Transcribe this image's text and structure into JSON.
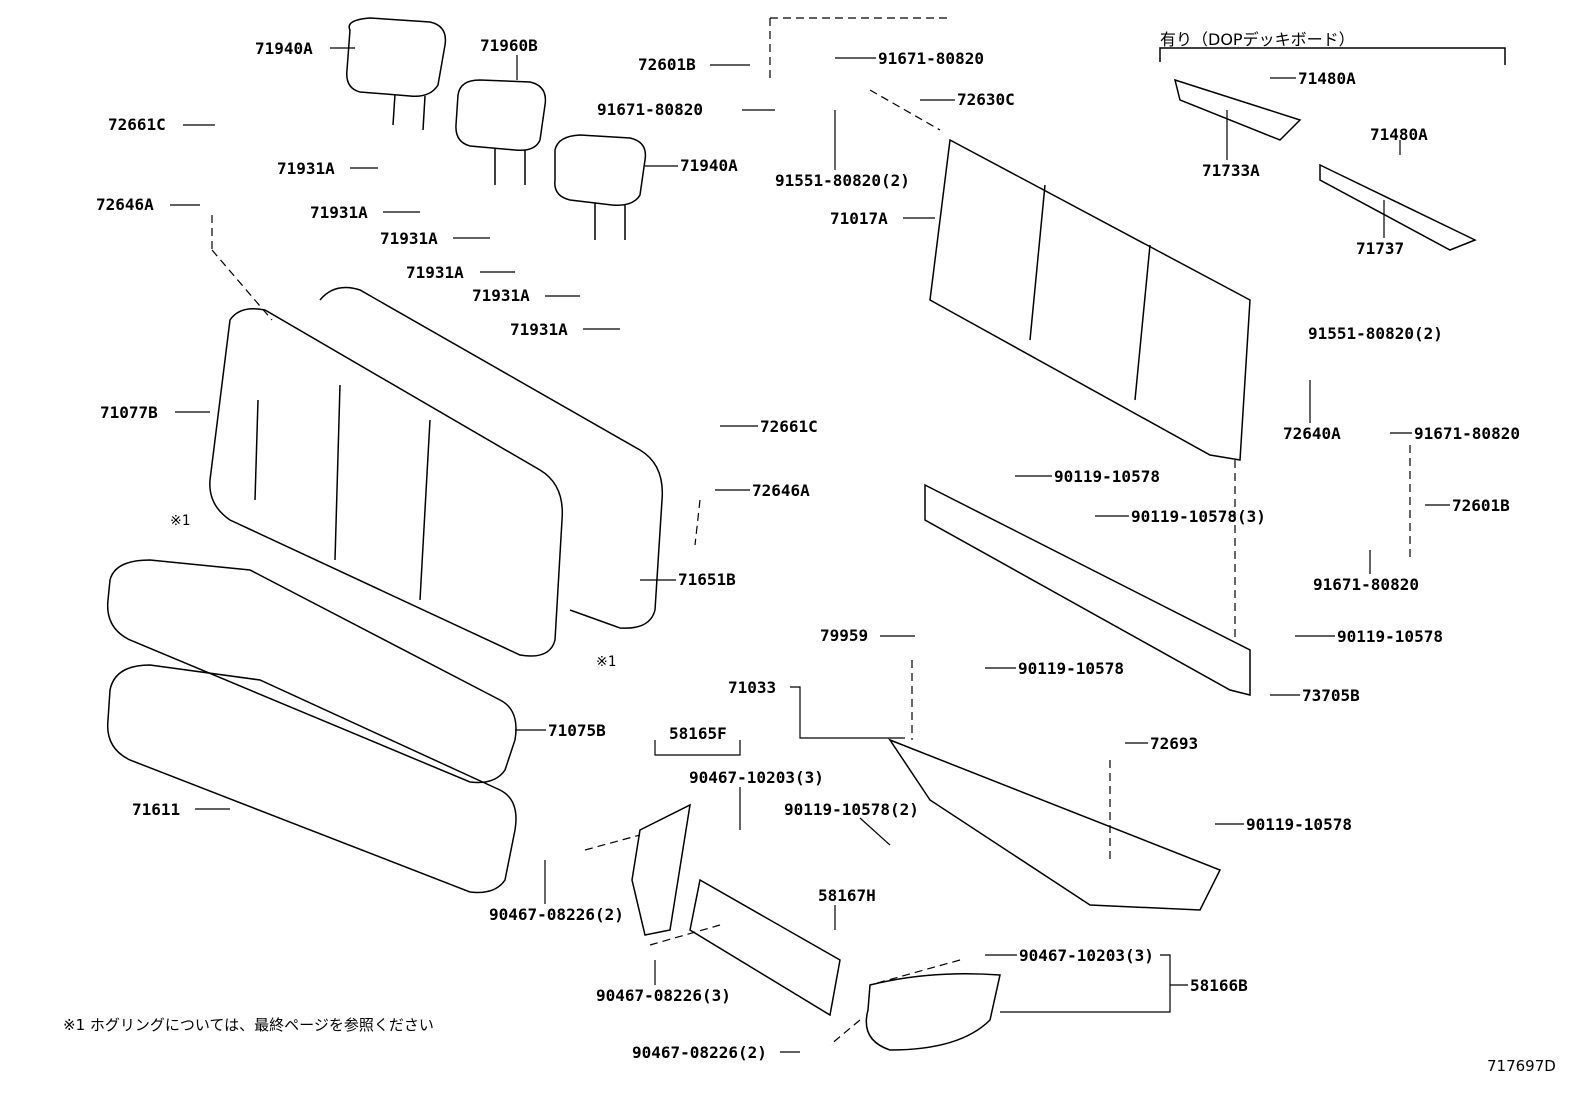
{
  "diagram": {
    "figure_id": "717697D",
    "note": "※1  ホグリングについては、最終ページを参照ください",
    "option_header": "有り（DOPデッキボード）",
    "labels": [
      "71940A",
      "71960B",
      "72601B",
      "91671-80820",
      "72630C",
      "71480A",
      "72661C",
      "91671-80820",
      "71940A",
      "91551-80820(2)",
      "71480A",
      "71733A",
      "71931A",
      "72646A",
      "71931A",
      "71017A",
      "71931A",
      "71737",
      "71931A",
      "71931A",
      "91551-80820(2)",
      "71931A",
      "71077B",
      "72661C",
      "72640A",
      "91671-80820",
      "90119-10578",
      "72646A",
      "※1",
      "90119-10578(3)",
      "72601B",
      "71651B",
      "91671-80820",
      "79959",
      "90119-10578",
      "※1",
      "90119-10578",
      "71033",
      "73705B",
      "71075B",
      "58165F",
      "72693",
      "90467-10203(3)",
      "71611",
      "90119-10578(2)",
      "90119-10578",
      "58167H",
      "90467-08226(2)",
      "90467-10203(3)",
      "58166B",
      "90467-08226(3)",
      "90467-08226(2)"
    ]
  }
}
